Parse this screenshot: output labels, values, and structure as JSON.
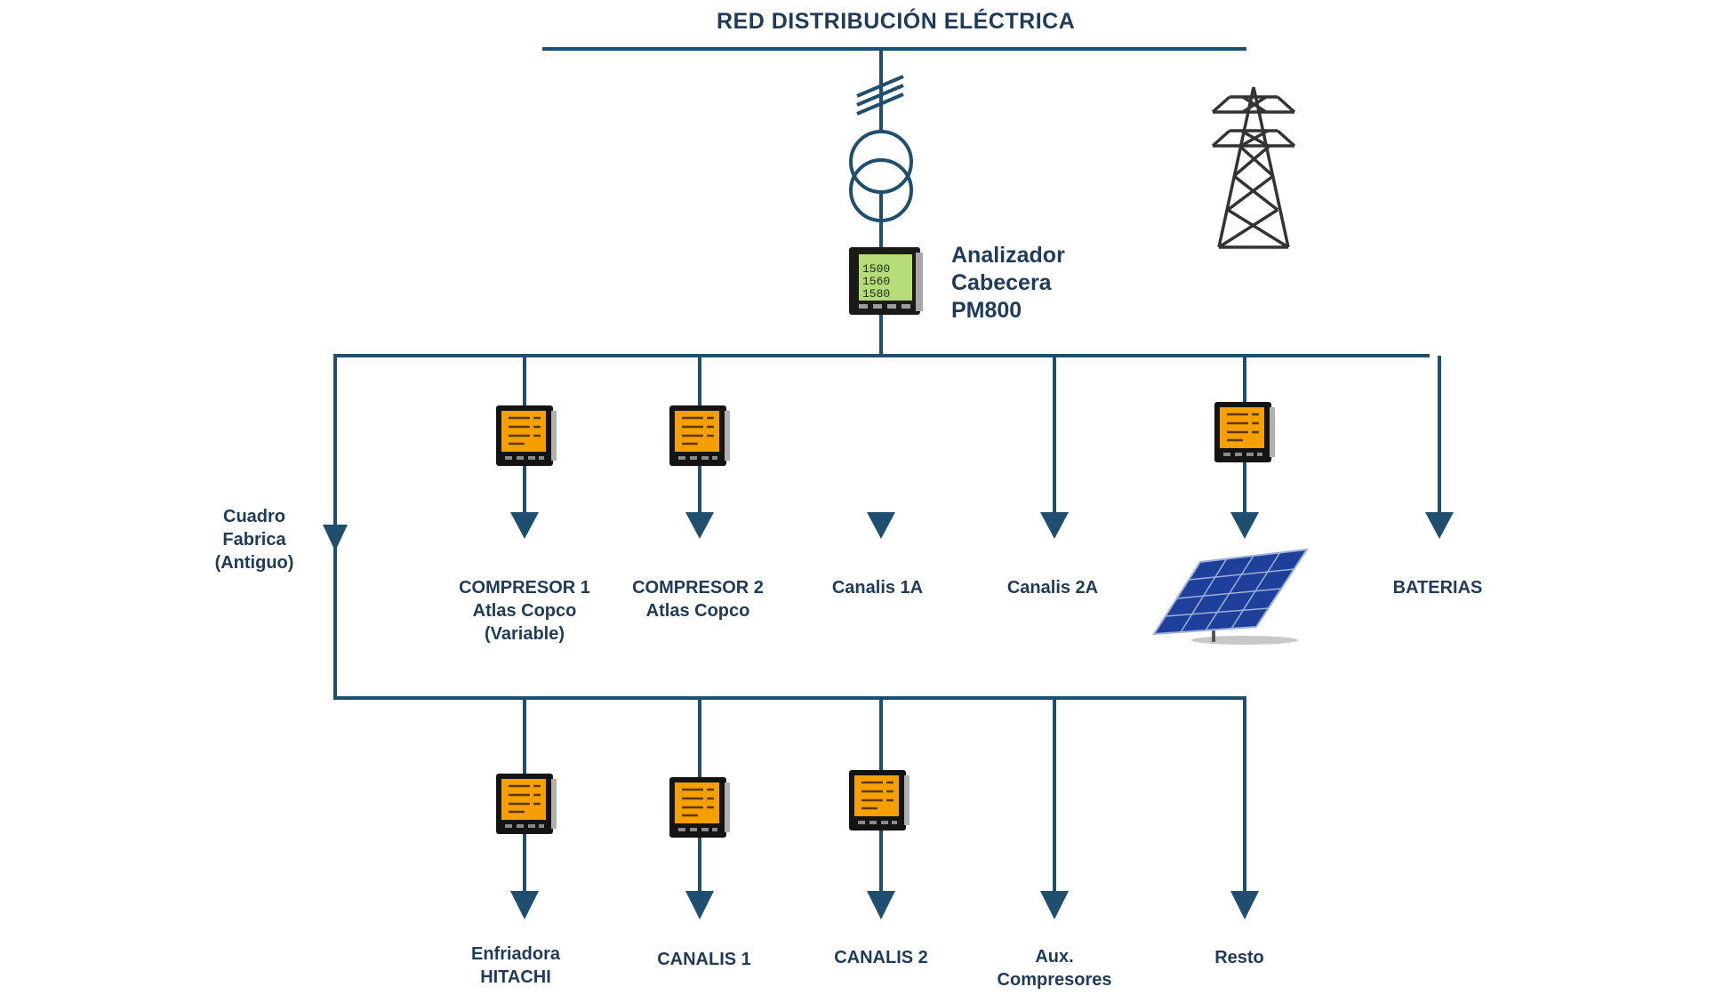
{
  "title": "RED  DISTRIBUCIÓN ELÉCTRICA",
  "colors": {
    "line": "#1f4e6e",
    "text": "#1f3b57",
    "meter_screen": "#f5a000",
    "head_screen": "#b6dc7a"
  },
  "head_meter": {
    "lines": [
      "Analizador",
      "Cabecera",
      "PM800"
    ],
    "readings": [
      "1500",
      "1560",
      "1580"
    ]
  },
  "icons": [
    "transmission-tower-icon",
    "transformer-icon",
    "solar-panel-icon",
    "power-meter-icon"
  ],
  "branch_label": {
    "lines": [
      "Cuadro",
      "Fabrica",
      "(Antiguo)"
    ]
  },
  "feeders_top": [
    {
      "lines": [
        "COMPRESOR 1",
        "Atlas Copco",
        "(Variable)"
      ]
    },
    {
      "lines": [
        "COMPRESOR 2",
        "Atlas Copco"
      ]
    },
    {
      "lines": [
        "Canalis 1A"
      ]
    },
    {
      "lines": [
        "Canalis 2A"
      ]
    },
    {
      "lines": []
    },
    {
      "lines": [
        "BATERIAS"
      ]
    }
  ],
  "feeders_bottom": [
    {
      "lines": [
        "Enfriadora",
        "HITACHI"
      ]
    },
    {
      "lines": [
        "CANALIS 1"
      ]
    },
    {
      "lines": [
        "CANALIS 2"
      ]
    },
    {
      "lines": [
        "Aux.",
        "Compresores"
      ]
    },
    {
      "lines": [
        "Resto"
      ]
    }
  ]
}
